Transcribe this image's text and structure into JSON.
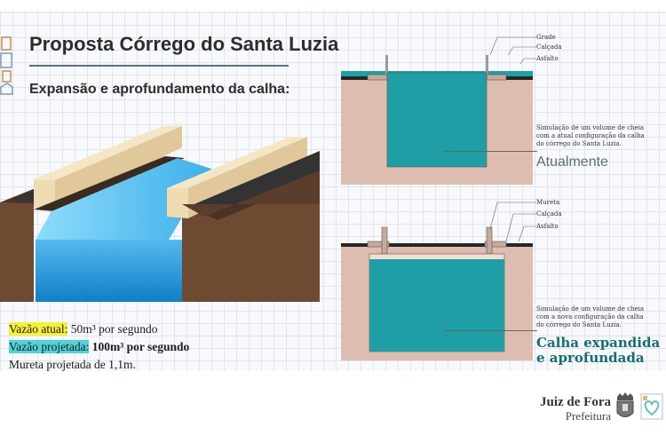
{
  "slide": {
    "title": "Proposta Córrego do Santa Luzia",
    "subtitle": "Expansão e aprofundamento da calha:"
  },
  "info": {
    "vazao_atual_label": "Vazão atual:",
    "vazao_atual_value": " 50m³ por segundo",
    "vazao_projetada_label": "Vazão projetada:",
    "vazao_projetada_value": " 100m³ por segundo",
    "mureta_text": "Mureta projetada de 1,1m."
  },
  "diagram_current": {
    "labels": [
      "Grade",
      "Calçada",
      "Asfalto"
    ],
    "note_lines": [
      "Simulação de um volume de cheia",
      "com a atual configuração da calha",
      "do córrego do Santa Luzia."
    ],
    "caption": "Atualmente"
  },
  "diagram_proposed": {
    "labels": [
      "Mureta",
      "Calçada",
      "Asfalto"
    ],
    "note_lines": [
      "Simulação de um volume de cheia",
      "com a nova configuração da calha",
      "do córrego do Santa Luzia."
    ],
    "caption_lines": [
      "Calha expandida",
      "e aprofundada"
    ]
  },
  "footer": {
    "org_name": "Juiz de Fora",
    "org_sub": "Prefeitura"
  },
  "colors": {
    "water": "#1f9ea6",
    "soil": "#ddbdb0",
    "asphalt": "#262626",
    "caption_teal": "#176d73",
    "highlight_yellow": "#f4f138",
    "highlight_cyan": "#4fd2d8"
  }
}
